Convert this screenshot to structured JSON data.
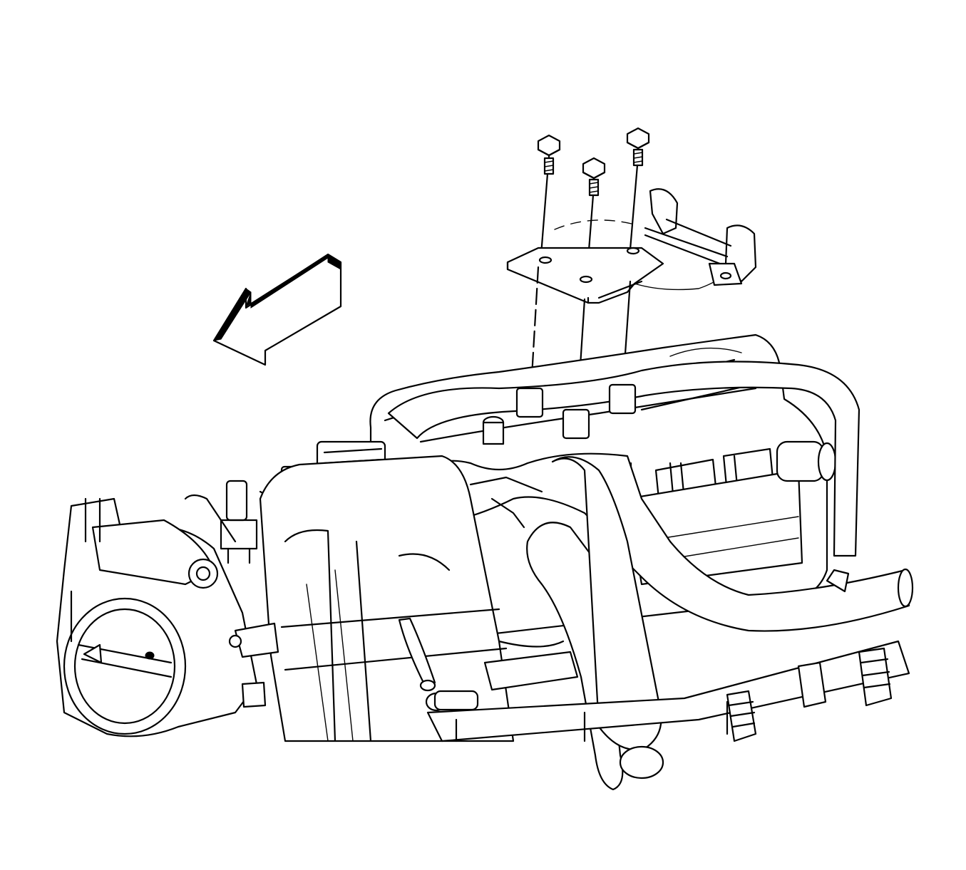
{
  "diagram": {
    "type": "exploded-view line illustration",
    "caption": "",
    "colors": {
      "line": "#000000",
      "background": "#ffffff"
    },
    "parts": [
      {
        "id": "bolt",
        "count": 3
      },
      {
        "id": "mounting-bracket",
        "count": 1
      },
      {
        "id": "wiring-harness-clip",
        "count": 1
      },
      {
        "id": "direction-arrow",
        "count": 1
      },
      {
        "id": "throttle-body",
        "count": 1
      },
      {
        "id": "intake-manifold",
        "count": 1
      },
      {
        "id": "coolant-hoses",
        "count": 1
      },
      {
        "id": "fuel-rail-injectors",
        "count": 1
      }
    ]
  }
}
